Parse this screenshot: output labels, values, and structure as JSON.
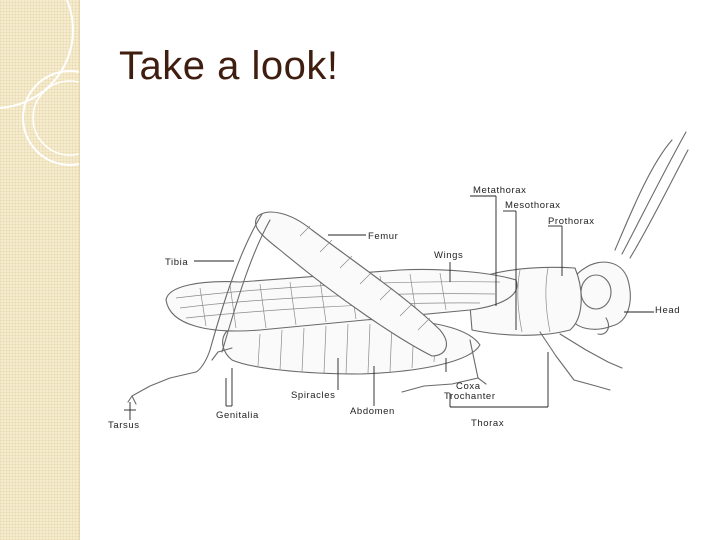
{
  "slide": {
    "title": "Take a look!"
  },
  "diagram": {
    "labels": {
      "metathorax": "Metathorax",
      "mesothorax": "Mesothorax",
      "prothorax": "Prothorax",
      "femur": "Femur",
      "wings": "Wings",
      "tibia": "Tibia",
      "head": "Head",
      "spiracles": "Spiracles",
      "coxa": "Coxa",
      "trochanter": "Trochanter",
      "genitalia": "Genitalia",
      "abdomen": "Abdomen",
      "tarsus": "Tarsus",
      "thorax": "Thorax"
    }
  },
  "colors": {
    "sidebar": "#f6ecd0",
    "title": "#3f1e10",
    "drawing": "#6a6a6a"
  }
}
